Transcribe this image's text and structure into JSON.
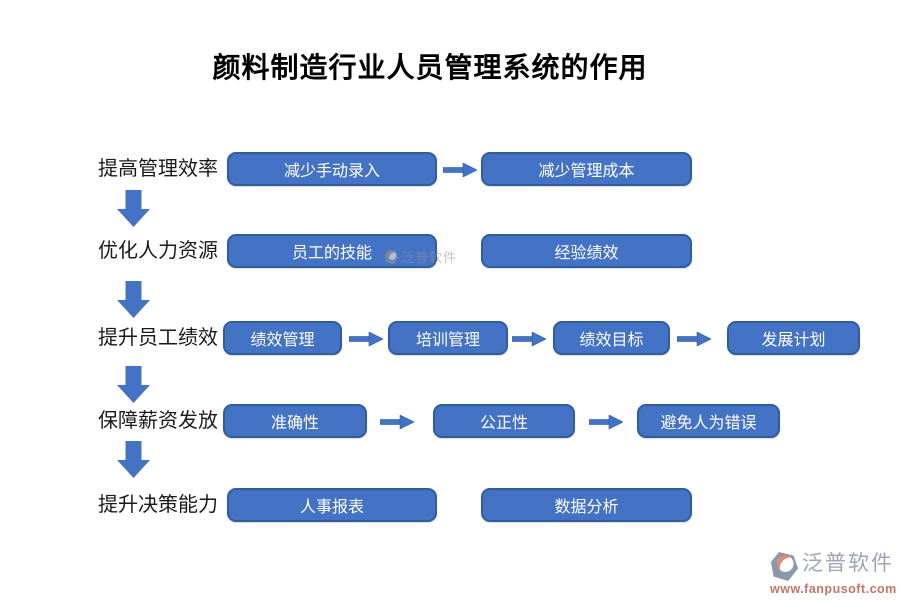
{
  "title": "颜料制造行业人员管理系统的作用",
  "rows": [
    {
      "label": "提高管理效率",
      "buttons": [
        "减少手动录入",
        "减少管理成本"
      ]
    },
    {
      "label": "优化人力资源",
      "buttons": [
        "员工的技能",
        "经验绩效"
      ]
    },
    {
      "label": "提升员工绩效",
      "buttons": [
        "绩效管理",
        "培训管理",
        "绩效目标",
        "发展计划"
      ]
    },
    {
      "label": "保障薪资发放",
      "buttons": [
        "准确性",
        "公正性",
        "避免人为错误"
      ]
    },
    {
      "label": "提升决策能力",
      "buttons": [
        "人事报表",
        "数据分析"
      ]
    }
  ],
  "watermark": {
    "brand": "泛普软件"
  },
  "footer": {
    "brand": "泛普软件",
    "url": "www.fanpusoft.com"
  },
  "colors": {
    "button_fill": "#4472C4",
    "button_border": "#2F5D9E",
    "button_text": "#FFFFFF",
    "arrow": "#4472C4",
    "title_text": "#000000",
    "label_text": "#1A1A1A",
    "footer_brand": "#9AA5B5",
    "footer_url": "#C4766A",
    "logo_gray": "#8B98A9",
    "logo_orange": "#E08A70"
  }
}
